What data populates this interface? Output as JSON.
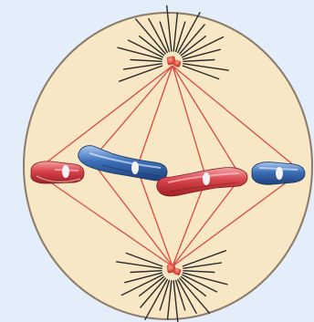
{
  "diagram": {
    "kind": "cell-division-metaphase",
    "colors": {
      "background": "#e4eefa",
      "cell_fill": "#f7e7c4",
      "cell_outline": "#8a7a66",
      "astral_rays": "#2b2b2b",
      "spindle_fibers": "#d94b42",
      "centrosome": "#d83a2f",
      "chromosome_red": "#d8434a",
      "chromosome_blue": "#3d6fb7",
      "centromere": "#f3f3f3"
    },
    "elements": {
      "cell": "cell-membrane",
      "top_pole": "centrosome",
      "bottom_pole": "centrosome",
      "fibers": "spindle-fibers",
      "chromosomes": [
        "red",
        "blue",
        "red",
        "blue"
      ]
    }
  }
}
